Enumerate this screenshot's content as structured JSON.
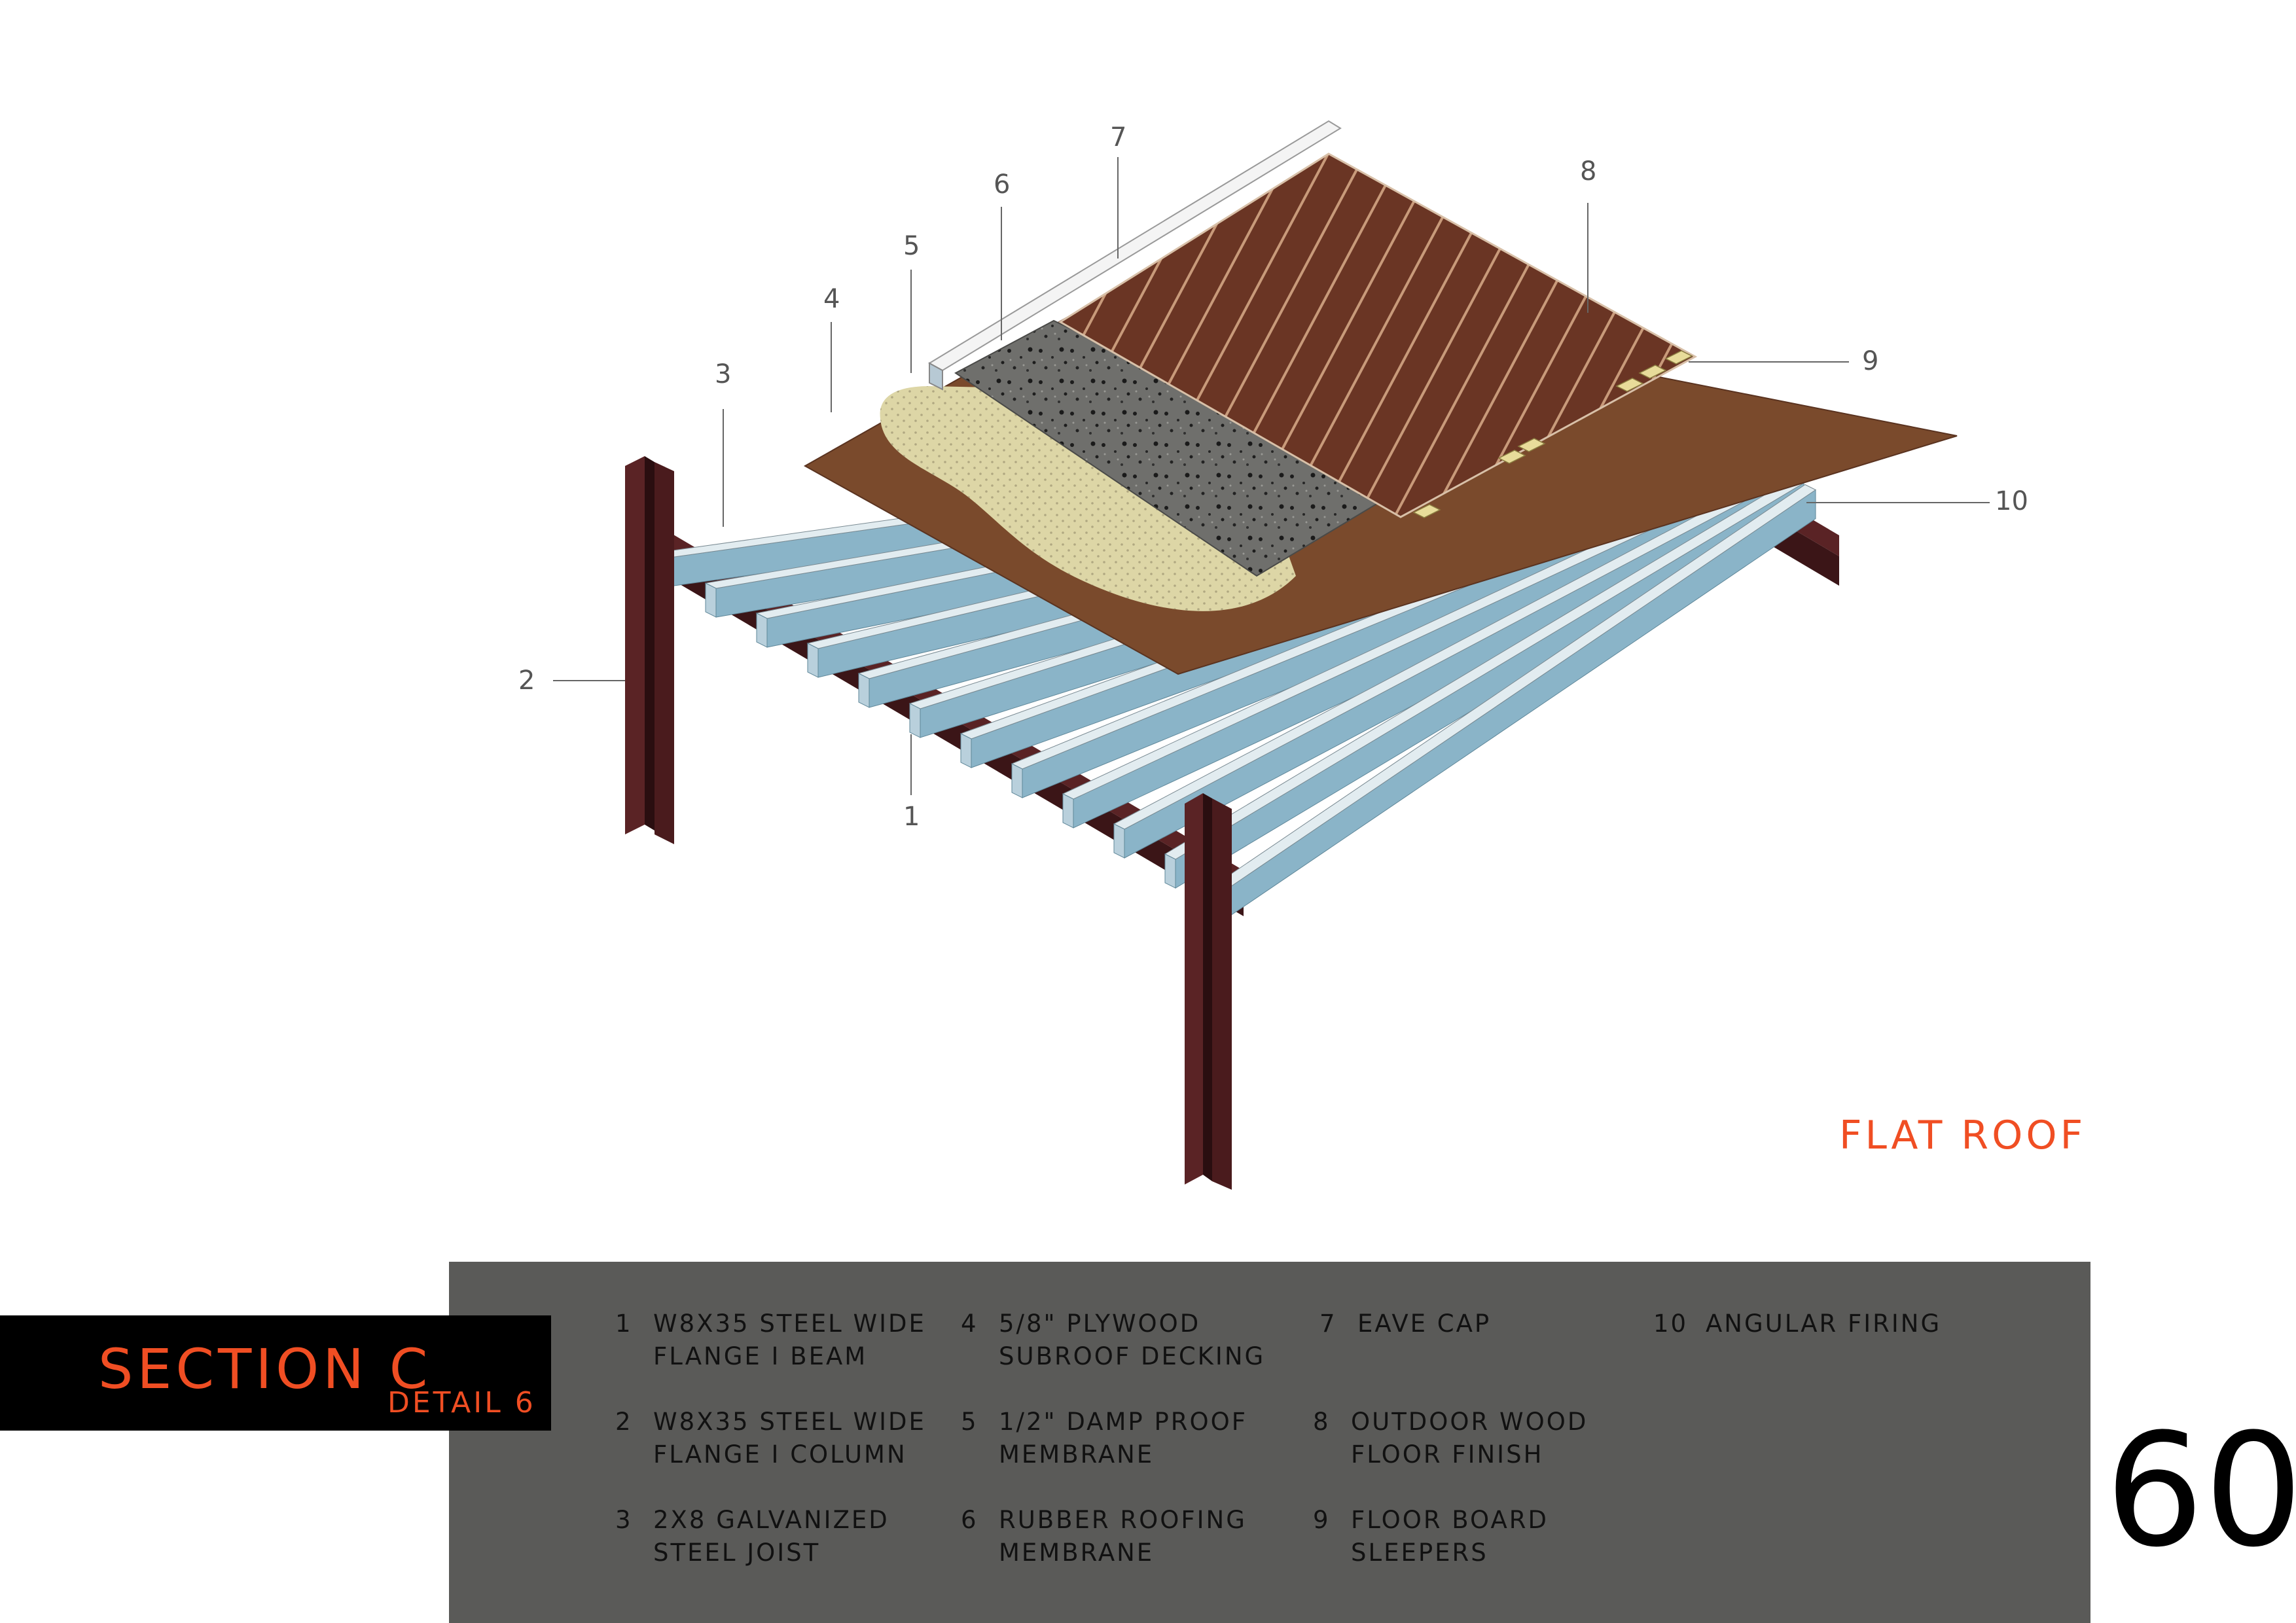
{
  "drawing": {
    "title": "FLAT ROOF",
    "callouts": [
      "1",
      "2",
      "3",
      "4",
      "5",
      "6",
      "7",
      "8",
      "9",
      "10"
    ]
  },
  "legend": {
    "items": [
      {
        "num": "1",
        "line1": "W8X35 STEEL WIDE",
        "line2": "FLANGE I BEAM"
      },
      {
        "num": "2",
        "line1": "W8X35 STEEL WIDE",
        "line2": "FLANGE I COLUMN"
      },
      {
        "num": "3",
        "line1": "2X8 GALVANIZED",
        "line2": "STEEL JOIST"
      },
      {
        "num": "4",
        "line1": "5/8\" PLYWOOD",
        "line2": "SUBROOF DECKING"
      },
      {
        "num": "5",
        "line1": "1/2\" DAMP PROOF",
        "line2": "MEMBRANE"
      },
      {
        "num": "6",
        "line1": "RUBBER ROOFING",
        "line2": "MEMBRANE"
      },
      {
        "num": "7",
        "line1": "EAVE CAP",
        "line2": ""
      },
      {
        "num": "8",
        "line1": "OUTDOOR WOOD",
        "line2": "FLOOR FINISH"
      },
      {
        "num": "9",
        "line1": "FLOOR BOARD",
        "line2": "SLEEPERS"
      },
      {
        "num": "10",
        "line1": "ANGULAR FIRING",
        "line2": ""
      }
    ]
  },
  "section": {
    "title": "SECTION C",
    "detail": "DETAIL 6"
  },
  "page_number": "60",
  "colors": {
    "accent": "#f04e23",
    "legend_panel": "#5a5a58",
    "steel_beam": "#5a2325",
    "joist": "#8ab4c8",
    "plywood": "#7a4a2c",
    "damp_membrane": "#ddd6a6",
    "rubber_membrane": "#5e5e5c",
    "wood_finish": "#6a3524"
  }
}
